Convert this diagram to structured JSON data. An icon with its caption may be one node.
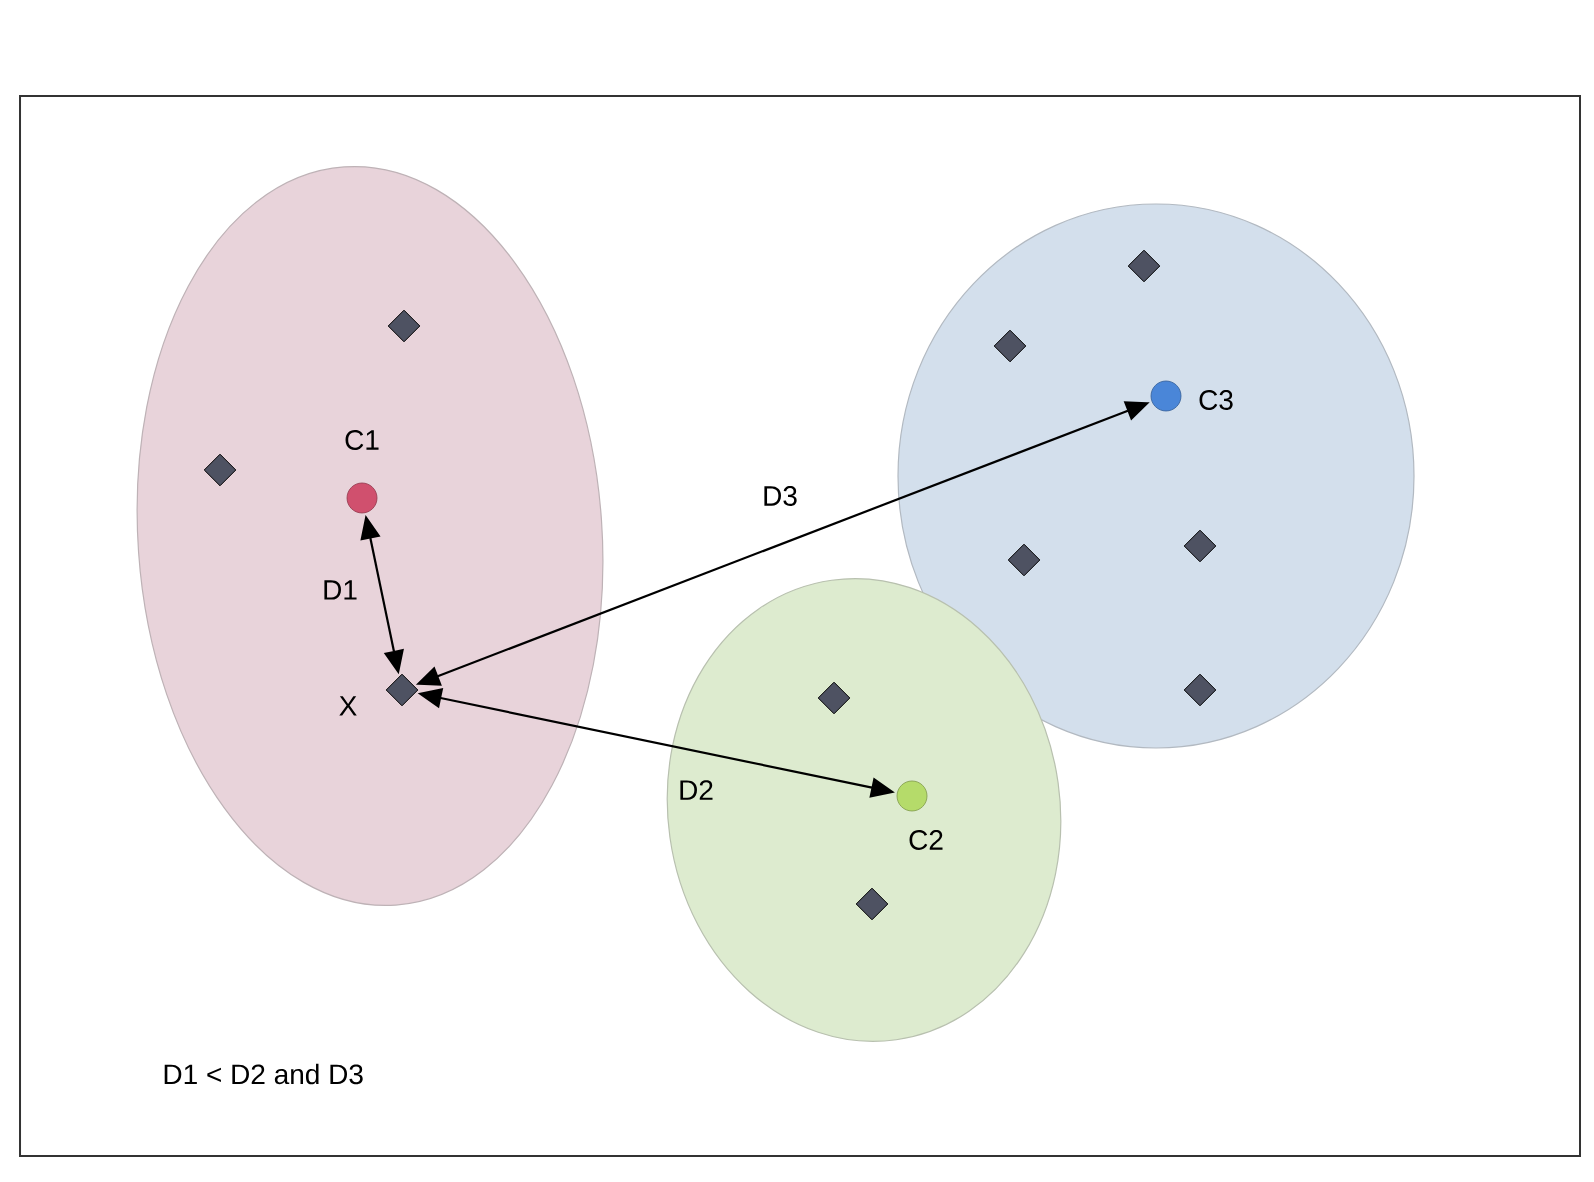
{
  "diagram": {
    "nodes": [
      {
        "text": [],
        "shape": "ellipse"
      },
      {
        "text": [],
        "shape": "diamond",
        "in": 0
      },
      {
        "text": [],
        "shape": "diamond",
        "in": 0
      },
      {
        "text": [],
        "shape": "circle",
        "beside": [
          "C1"
        ],
        "in": 0
      },
      {
        "text": [],
        "shape": "diamond",
        "beside": [
          "X"
        ],
        "in": 0
      },
      {
        "text": [],
        "shape": "ellipse"
      },
      {
        "text": [],
        "shape": "diamond",
        "in": 5
      },
      {
        "text": [],
        "shape": "diamond",
        "in": 5
      },
      {
        "text": [],
        "shape": "circle",
        "beside": [
          "C3"
        ],
        "in": 5
      },
      {
        "text": [],
        "shape": "diamond",
        "in": 5
      },
      {
        "text": [],
        "shape": "diamond",
        "in": 5
      },
      {
        "text": [],
        "shape": "diamond",
        "in": 5
      },
      {
        "text": [],
        "shape": "ellipse"
      },
      {
        "text": [],
        "shape": "diamond",
        "in": 12
      },
      {
        "text": [],
        "shape": "circle",
        "beside": [
          "C2"
        ],
        "in": 12
      },
      {
        "text": [],
        "shape": "diamond",
        "in": 12
      }
    ],
    "edges": [
      {
        "from": 4,
        "to": 3,
        "arrow": "both",
        "label": "D1"
      },
      {
        "from": 4,
        "to": 14,
        "arrow": "both",
        "label": "D2"
      },
      {
        "from": 4,
        "to": 8,
        "arrow": "both",
        "label": "D3"
      }
    ],
    "labels": [
      "D1 < D2 and D3"
    ]
  }
}
